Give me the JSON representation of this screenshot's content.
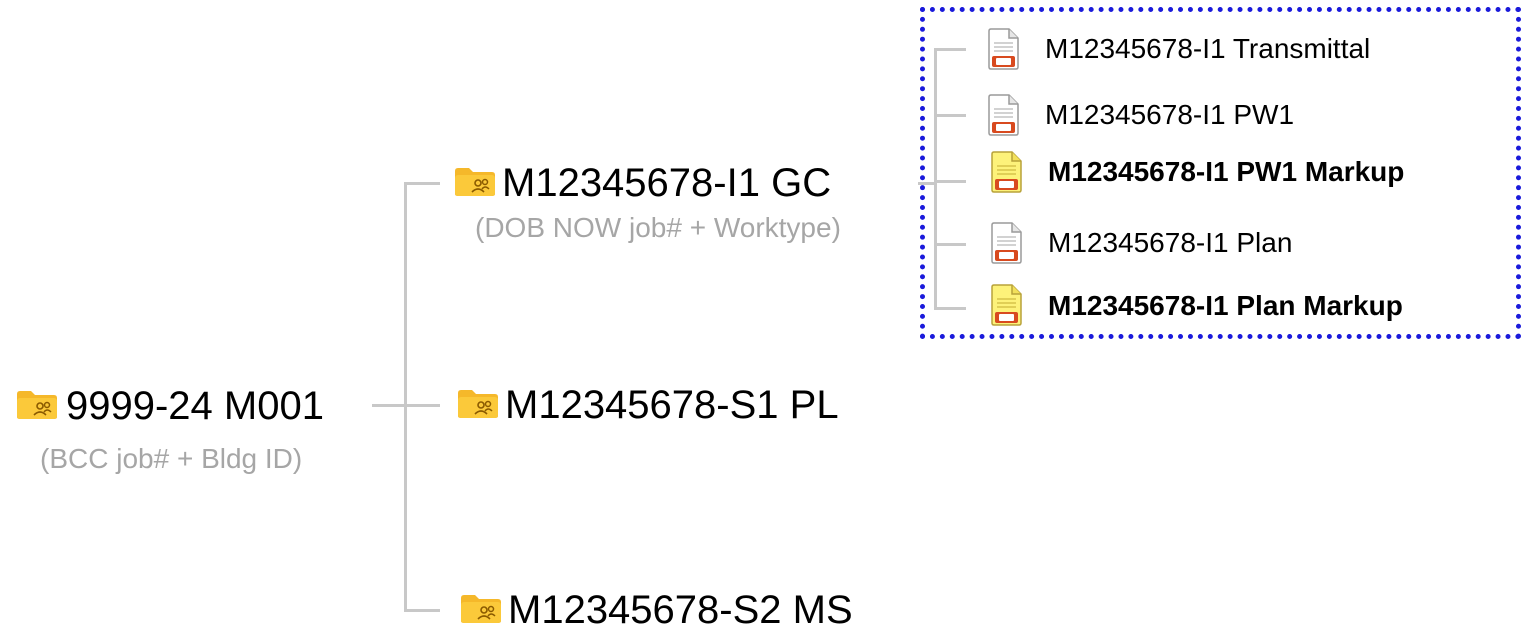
{
  "tree": {
    "root": {
      "label": "9999-24 M001",
      "subtitle": "(BCC job# + Bldg ID)",
      "icon": "shared-folder-icon"
    },
    "folders": [
      {
        "label": "M12345678-I1 GC",
        "subtitle": "(DOB NOW job# + Worktype)",
        "icon": "shared-folder-icon"
      },
      {
        "label": "M12345678-S1 PL",
        "icon": "shared-folder-icon"
      },
      {
        "label": "M12345678-S2 MS",
        "icon": "shared-folder-icon"
      }
    ],
    "files": [
      {
        "label": "M12345678-I1 Transmittal",
        "icon": "pdf-document-icon",
        "bold": false
      },
      {
        "label": "M12345678-I1 PW1",
        "icon": "pdf-document-icon",
        "bold": false
      },
      {
        "label": "M12345678-I1 PW1 Markup",
        "icon": "pdf-markup-document-icon",
        "bold": true
      },
      {
        "label": "M12345678-I1 Plan",
        "icon": "pdf-document-icon",
        "bold": false
      },
      {
        "label": "M12345678-I1 Plan Markup",
        "icon": "pdf-markup-document-icon",
        "bold": true
      }
    ]
  },
  "colors": {
    "connector": "#c8c8c8",
    "subtitle": "#a6a6a6",
    "folder": "#f5b82a",
    "highlight_border": "#1a1adb",
    "markup_page": "#fdf27a",
    "pdf_badge": "#d84a1f"
  }
}
